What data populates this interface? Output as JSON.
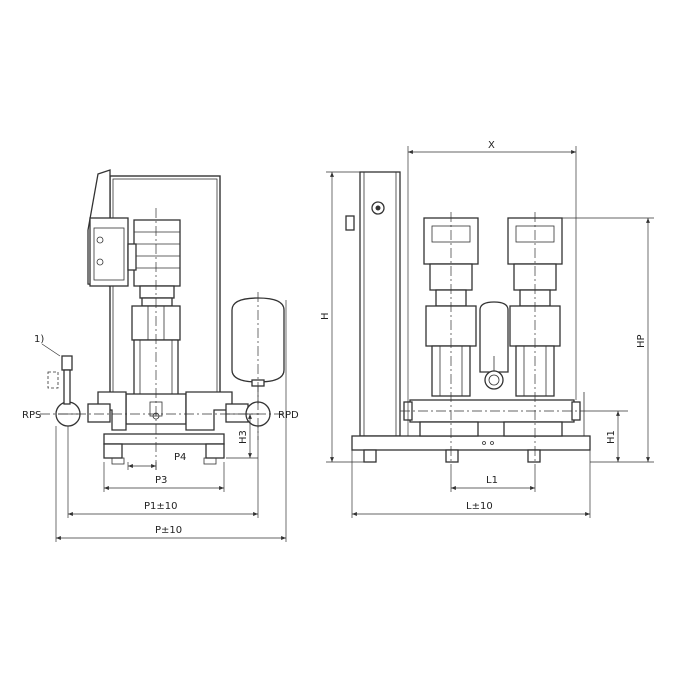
{
  "labels": {
    "note": "1)",
    "rps": "RPS",
    "rpd": "RPD",
    "p4": "P4",
    "h3": "H3",
    "p3": "P3",
    "p1": "P1±10",
    "p": "P±10",
    "x": "X",
    "h": "H",
    "hp": "HP",
    "h1": "H1",
    "l1": "L1",
    "l": "L±10"
  }
}
